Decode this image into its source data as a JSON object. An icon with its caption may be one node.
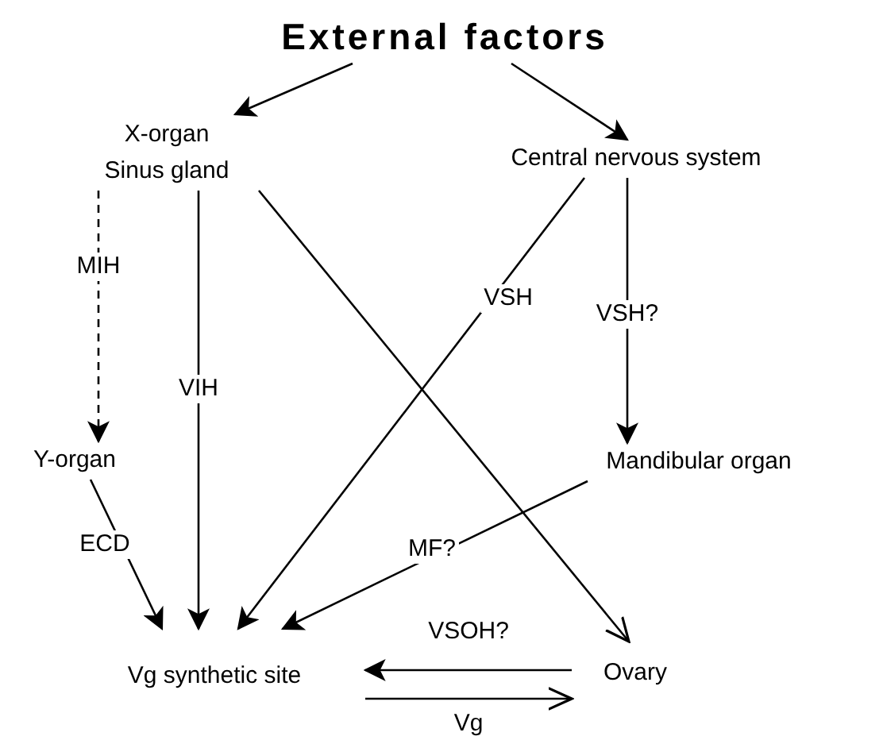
{
  "diagram": {
    "nodes": [
      {
        "text": [
          "External factors"
        ]
      },
      {
        "text": [
          "X-organ Sinus gland"
        ]
      },
      {
        "text": [
          "Central nervous system"
        ]
      },
      {
        "text": [
          "Y-organ"
        ]
      },
      {
        "text": [
          "Mandibular organ"
        ]
      },
      {
        "text": [
          "Vg synthetic site"
        ]
      },
      {
        "text": [
          "Ovary"
        ]
      }
    ],
    "edges": [
      {
        "from": 0,
        "to": 1,
        "arrow": "to"
      },
      {
        "from": 0,
        "to": 2,
        "arrow": "to"
      },
      {
        "from": 1,
        "to": 3,
        "arrow": "to",
        "label": "MIH",
        "style": "dashed"
      },
      {
        "from": 1,
        "to": 5,
        "arrow": "to",
        "label": "VIH"
      },
      {
        "from": 1,
        "to": 6,
        "arrow": "to"
      },
      {
        "from": 2,
        "to": 5,
        "arrow": "to",
        "label": "VSH"
      },
      {
        "from": 2,
        "to": 4,
        "arrow": "to",
        "label": "VSH?"
      },
      {
        "from": 3,
        "to": 5,
        "arrow": "to",
        "label": "ECD"
      },
      {
        "from": 4,
        "to": 5,
        "arrow": "to",
        "label": "MF?"
      },
      {
        "from": 6,
        "to": 5,
        "arrow": "to",
        "label": "VSOH?"
      },
      {
        "from": 5,
        "to": 6,
        "arrow": "to",
        "label": "Vg"
      }
    ]
  }
}
